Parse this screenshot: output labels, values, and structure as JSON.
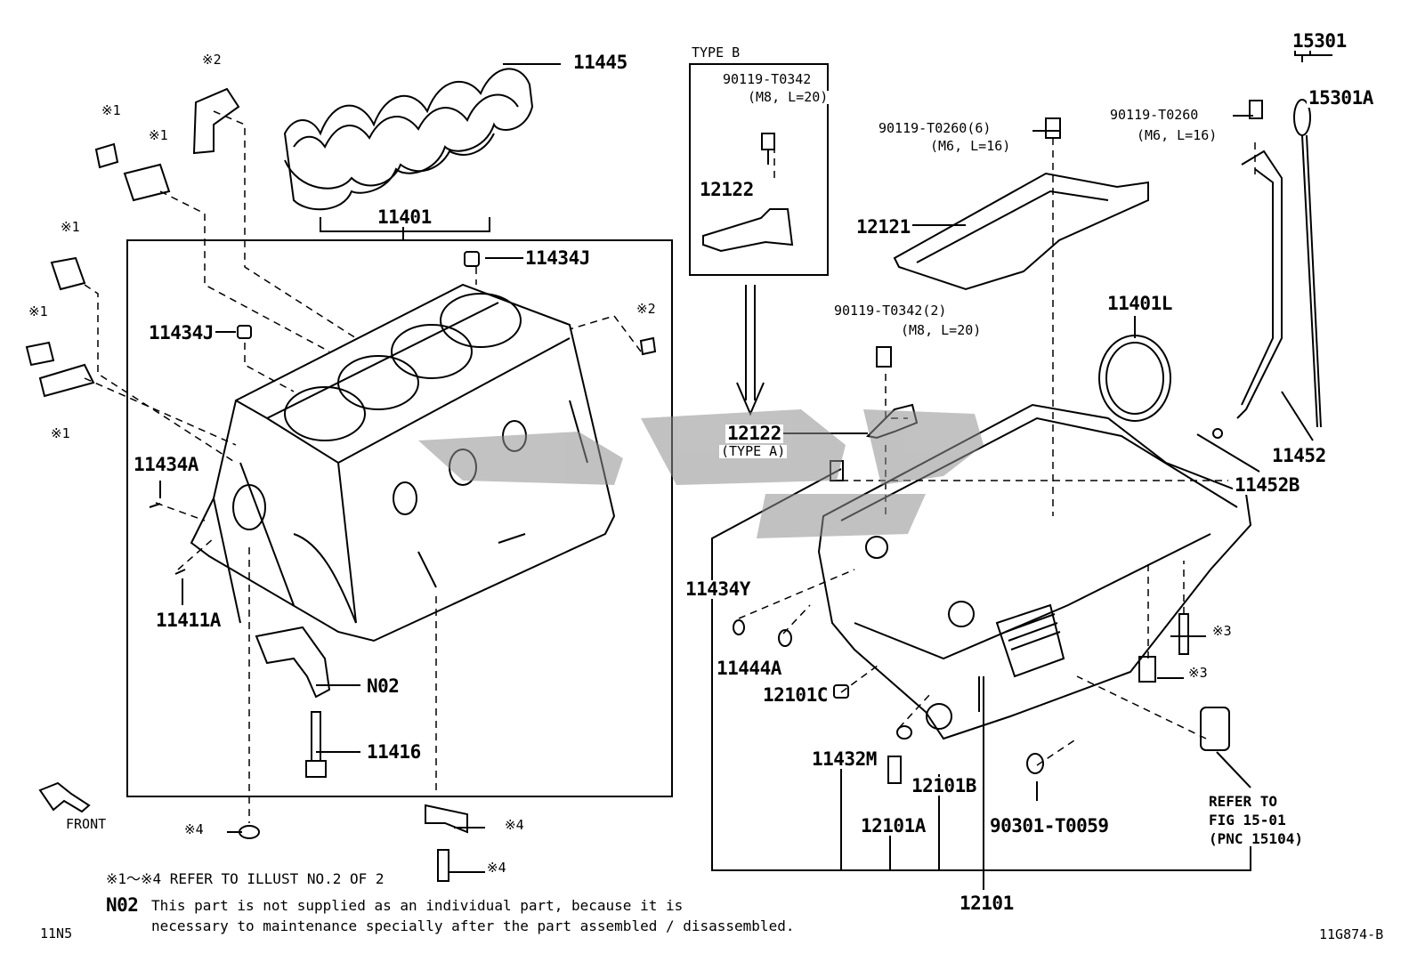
{
  "parts": {
    "p11445": "11445",
    "p11401": "11401",
    "p11434J_top": "11434J",
    "p11434J_left": "11434J",
    "p11434A": "11434A",
    "p11411A": "11411A",
    "p_N02": "N02",
    "p11416": "11416",
    "p12122": "12122",
    "p12122A": "12122",
    "p12122A_sub": "(TYPE A)",
    "p12121": "12121",
    "p11401L": "11401L",
    "p15301": "15301",
    "p15301A": "15301A",
    "p11452": "11452",
    "p11452B": "11452B",
    "p11434Y": "11434Y",
    "p11444A": "11444A",
    "p12101C": "12101C",
    "p11432M": "11432M",
    "p12101B": "12101B",
    "p12101A": "12101A",
    "p90301": "90301-T0059",
    "p12101": "12101"
  },
  "bolts": {
    "typeb_bolt": "90119-T0342",
    "typeb_spec": "(M8, L=20)",
    "cover_bolt": "90119-T0260(6)",
    "cover_spec": "(M6, L=16)",
    "dip_bolt": "90119-T0260",
    "dip_spec": "(M6, L=16)",
    "mid_bolt": "90119-T0342(2)",
    "mid_spec": "(M8, L=20)"
  },
  "refs": {
    "r1a": "※1",
    "r1b": "※1",
    "r1c": "※1",
    "r1d": "※1",
    "r1e": "※1",
    "r2a": "※2",
    "r2b": "※2",
    "r3a": "※3",
    "r3b": "※3",
    "r4a": "※4",
    "r4b": "※4",
    "r4c": "※4"
  },
  "type_b": "TYPE B",
  "refer": {
    "line1": "REFER TO",
    "line2": "FIG 15-01",
    "line3": "(PNC 15104)"
  },
  "front": "FRONT",
  "notes": {
    "refnote": "※1～※4 REFER TO ILLUST NO.2 OF 2",
    "n02_code": "N02",
    "n02_line1": "This part is not supplied as an individual part, because it is",
    "n02_line2": "necessary to maintenance specially after the part assembled / disassembled."
  },
  "page_code": "11N5",
  "fig_code": "11G874-B"
}
